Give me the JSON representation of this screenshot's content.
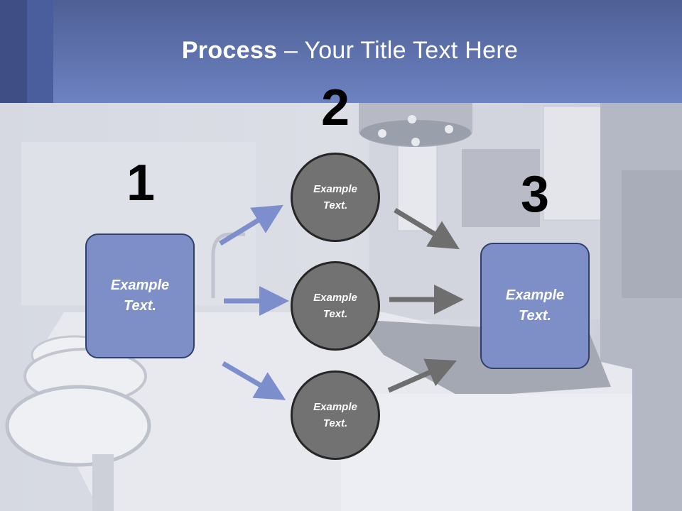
{
  "header": {
    "title_bold": "Process",
    "title_rest": " – Your Title Text Here"
  },
  "steps": {
    "one": "1",
    "two": "2",
    "three": "3"
  },
  "nodes": {
    "start": "Example\nText.",
    "mid_top": "Example\nText.",
    "mid_middle": "Example\nText.",
    "mid_bottom": "Example\nText.",
    "end": "Example\nText."
  },
  "colors": {
    "header_blue": "#6b7fc0",
    "box_fill": "#7d8fc6",
    "circle_fill": "#727272",
    "arrow_blue": "#7c8ecb",
    "arrow_gray": "#6e6e6e"
  }
}
